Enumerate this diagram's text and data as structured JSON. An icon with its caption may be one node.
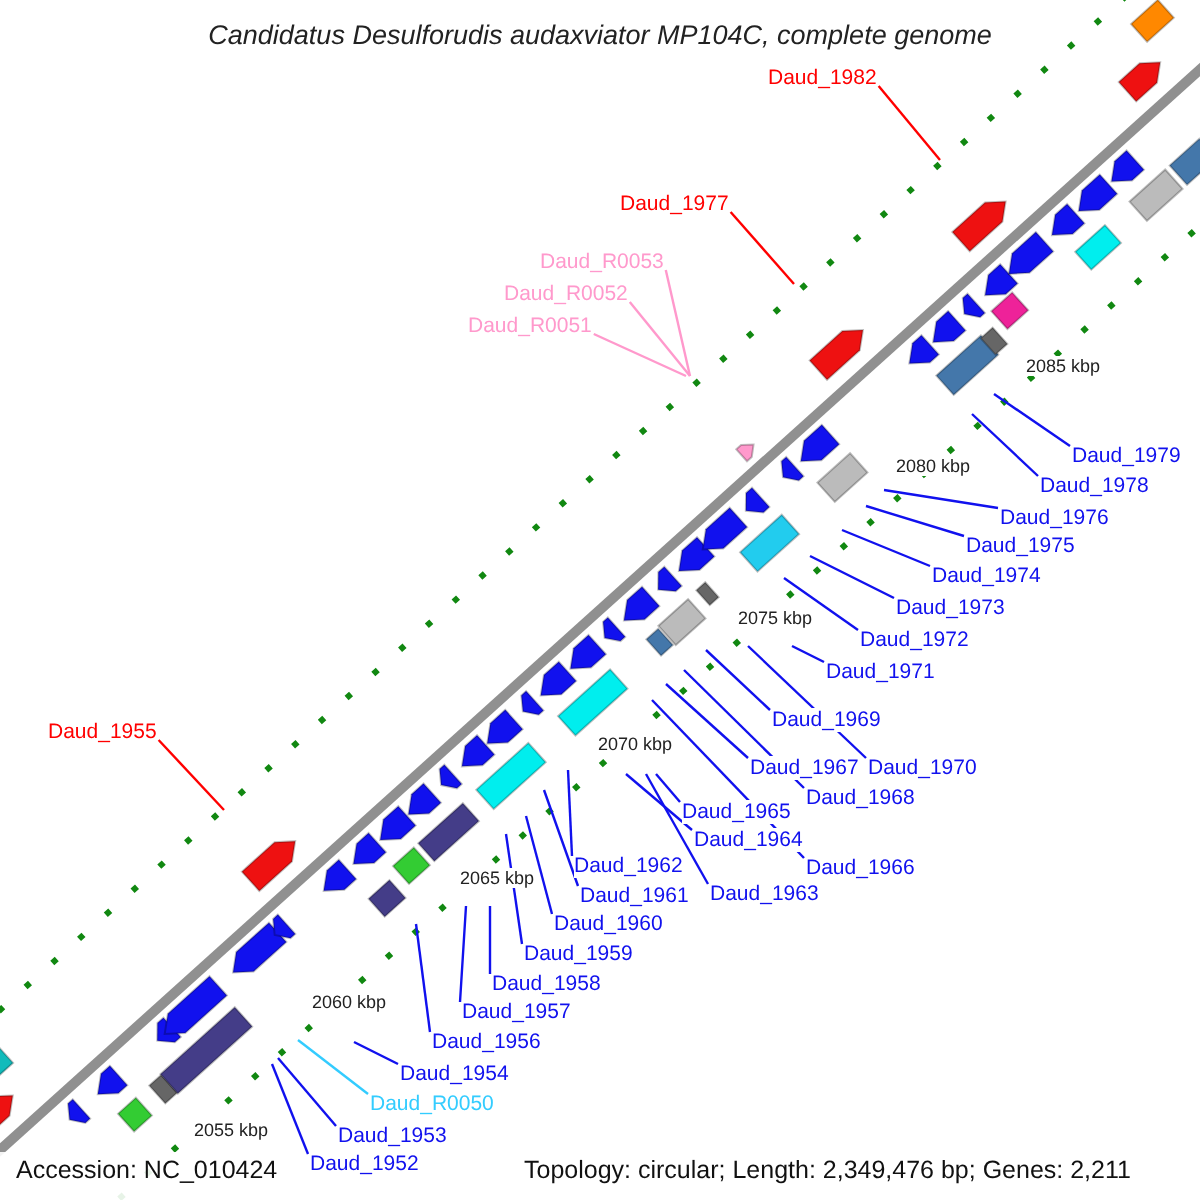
{
  "diagram": {
    "title": "Candidatus Desulforudis audaxviator MP104C, complete genome",
    "nodes": [
      {
        "text": [
          "Daud_1982"
        ]
      },
      {
        "text": [
          "Daud_1977"
        ]
      },
      {
        "text": [
          "Daud_R0053"
        ]
      },
      {
        "text": [
          "Daud_R0052"
        ]
      },
      {
        "text": [
          "Daud_R0051"
        ]
      },
      {
        "text": [
          "Daud_1979"
        ]
      },
      {
        "text": [
          "Daud_1978"
        ]
      },
      {
        "text": [
          "Daud_1976"
        ]
      },
      {
        "text": [
          "Daud_1975"
        ]
      },
      {
        "text": [
          "Daud_1974"
        ]
      },
      {
        "text": [
          "Daud_1973"
        ]
      },
      {
        "text": [
          "Daud_1972"
        ]
      },
      {
        "text": [
          "Daud_1971"
        ]
      },
      {
        "text": [
          "Daud_1969"
        ]
      },
      {
        "text": [
          "Daud_1955"
        ]
      },
      {
        "text": [
          "Daud_1967"
        ]
      },
      {
        "text": [
          "Daud_1970"
        ]
      },
      {
        "text": [
          "Daud_1968"
        ]
      },
      {
        "text": [
          "Daud_1965"
        ]
      },
      {
        "text": [
          "Daud_1964"
        ]
      },
      {
        "text": [
          "Daud_1966"
        ]
      },
      {
        "text": [
          "Daud_1962"
        ]
      },
      {
        "text": [
          "Daud_1963"
        ]
      },
      {
        "text": [
          "Daud_1961"
        ]
      },
      {
        "text": [
          "Daud_1960"
        ]
      },
      {
        "text": [
          "Daud_1959"
        ]
      },
      {
        "text": [
          "Daud_1958"
        ]
      },
      {
        "text": [
          "Daud_1957"
        ]
      },
      {
        "text": [
          "Daud_1956"
        ]
      },
      {
        "text": [
          "Daud_1954"
        ]
      },
      {
        "text": [
          "Daud_R0050"
        ]
      },
      {
        "text": [
          "Daud_1953"
        ]
      },
      {
        "text": [
          "Daud_1952"
        ]
      }
    ],
    "edges": [
      {
        "from": 0,
        "to": null,
        "arrow": "none",
        "color": "#ff0000"
      },
      {
        "from": 1,
        "to": null,
        "arrow": "none",
        "color": "#ff0000"
      },
      {
        "from": 2,
        "to": null,
        "arrow": "none",
        "color": "#ff99cc"
      },
      {
        "from": 3,
        "to": null,
        "arrow": "none",
        "color": "#ff99cc"
      },
      {
        "from": 4,
        "to": null,
        "arrow": "none",
        "color": "#ff99cc"
      },
      {
        "from": 5,
        "to": null,
        "arrow": "none"
      },
      {
        "from": 6,
        "to": null,
        "arrow": "none"
      },
      {
        "from": 7,
        "to": null,
        "arrow": "none"
      },
      {
        "from": 8,
        "to": null,
        "arrow": "none"
      },
      {
        "from": 9,
        "to": null,
        "arrow": "none"
      },
      {
        "from": 10,
        "to": null,
        "arrow": "none"
      },
      {
        "from": 11,
        "to": null,
        "arrow": "none"
      },
      {
        "from": 12,
        "to": null,
        "arrow": "none"
      },
      {
        "from": 13,
        "to": null,
        "arrow": "none"
      },
      {
        "from": 14,
        "to": null,
        "arrow": "none",
        "color": "#ff0000"
      },
      {
        "from": 15,
        "to": null,
        "arrow": "none"
      },
      {
        "from": 16,
        "to": null,
        "arrow": "none"
      },
      {
        "from": 17,
        "to": null,
        "arrow": "none"
      },
      {
        "from": 18,
        "to": null,
        "arrow": "none"
      },
      {
        "from": 19,
        "to": null,
        "arrow": "none"
      },
      {
        "from": 20,
        "to": null,
        "arrow": "none"
      },
      {
        "from": 21,
        "to": null,
        "arrow": "none"
      },
      {
        "from": 22,
        "to": null,
        "arrow": "none"
      },
      {
        "from": 23,
        "to": null,
        "arrow": "none"
      },
      {
        "from": 24,
        "to": null,
        "arrow": "none"
      },
      {
        "from": 25,
        "to": null,
        "arrow": "none"
      },
      {
        "from": 26,
        "to": null,
        "arrow": "none"
      },
      {
        "from": 27,
        "to": null,
        "arrow": "none"
      },
      {
        "from": 28,
        "to": null,
        "arrow": "none"
      },
      {
        "from": 29,
        "to": null,
        "arrow": "none"
      },
      {
        "from": 30,
        "to": null,
        "arrow": "none",
        "color": "#33ccff"
      },
      {
        "from": 31,
        "to": null,
        "arrow": "none"
      },
      {
        "from": 32,
        "to": null,
        "arrow": "none"
      }
    ],
    "labels": [
      "2085 kbp",
      "2080 kbp",
      "2075 kbp",
      "2070 kbp",
      "2065 kbp",
      "2060 kbp",
      "2055 kbp",
      "Accession: NC_010424",
      "Topology: circular; Length: 2,349,476 bp; Genes: 2,211"
    ]
  }
}
